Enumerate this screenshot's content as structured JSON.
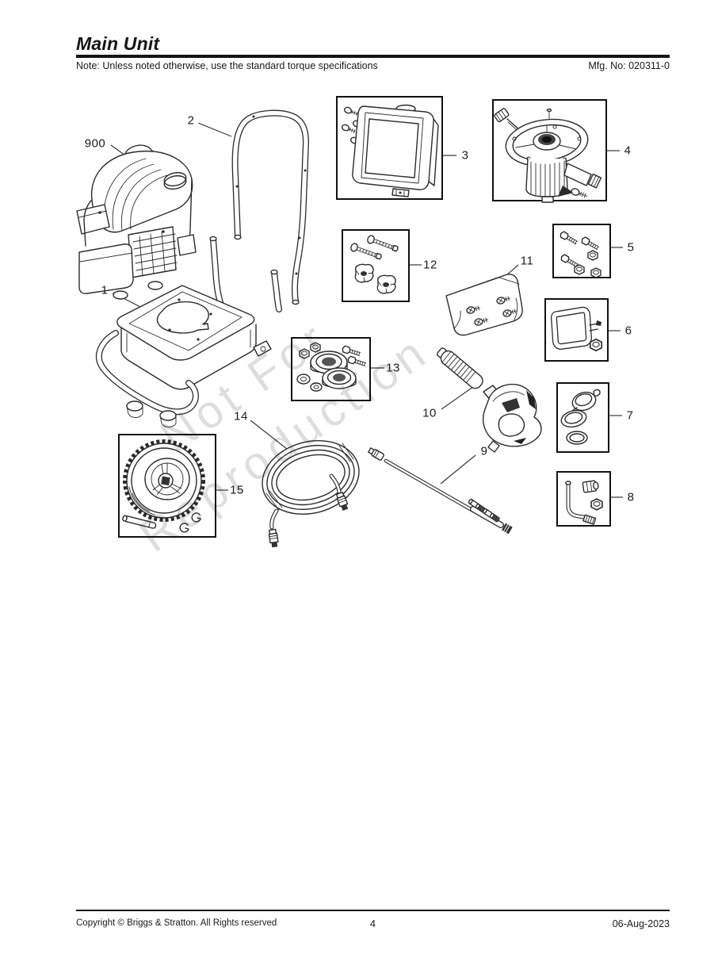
{
  "header": {
    "title": "Main Unit",
    "note": "Note: Unless noted otherwise, use the standard torque specifications",
    "mfg_no": "Mfg. No: 020311-0"
  },
  "watermark": {
    "line1": "Not For",
    "line2": "Reproduction"
  },
  "parts": [
    {
      "label": "900",
      "name": "engine"
    },
    {
      "label": "1",
      "name": "cart-frame"
    },
    {
      "label": "2",
      "name": "handle"
    },
    {
      "label": "3",
      "name": "tank-panel-with-screws"
    },
    {
      "label": "4",
      "name": "pump-assembly"
    },
    {
      "label": "5",
      "name": "bolt-and-nut-hardware-kit"
    },
    {
      "label": "6",
      "name": "bracket-with-nut"
    },
    {
      "label": "7",
      "name": "hinged-cap-with-o-ring"
    },
    {
      "label": "8",
      "name": "chemical-tube-with-fittings"
    },
    {
      "label": "9",
      "name": "spray-wand-with-nozzles"
    },
    {
      "label": "10",
      "name": "spray-gun"
    },
    {
      "label": "11",
      "name": "screw-bag-kit"
    },
    {
      "label": "12",
      "name": "bolt-and-knob-kit"
    },
    {
      "label": "13",
      "name": "bearing-hardware-kit"
    },
    {
      "label": "14",
      "name": "high-pressure-hose"
    },
    {
      "label": "15",
      "name": "wheel-axle-clip-kit"
    }
  ],
  "footer": {
    "copyright": "Copyright ©  Briggs & Stratton. All Rights reserved",
    "page_number": "4",
    "date": "06-Aug-2023"
  }
}
